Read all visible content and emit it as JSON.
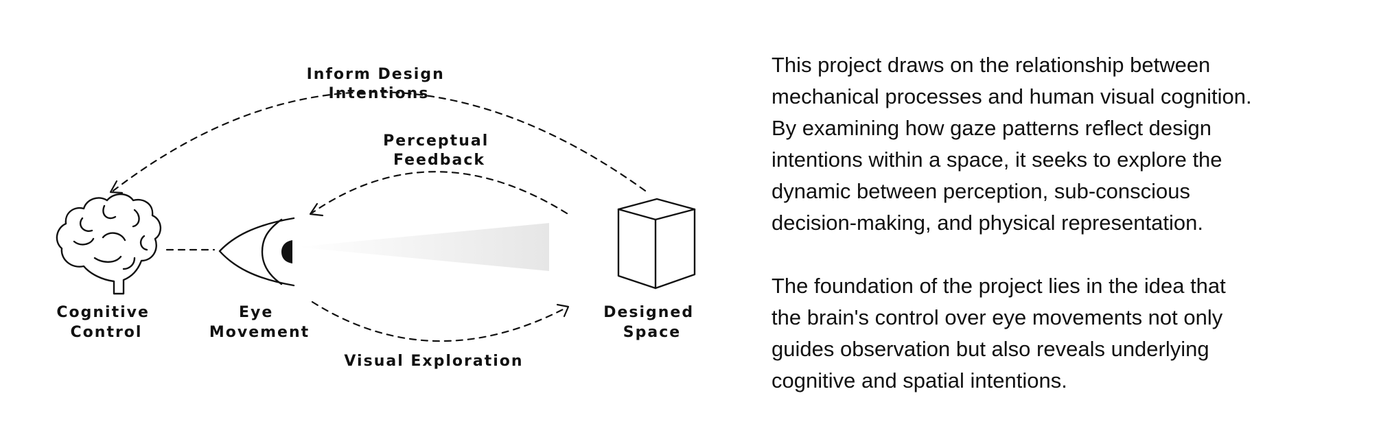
{
  "diagram": {
    "nodes": {
      "cognitive_control": [
        "Cognitive",
        "Control"
      ],
      "eye_movement": [
        "Eye",
        "Movement"
      ],
      "designed_space": [
        "Designed",
        "Space"
      ]
    },
    "edges": {
      "inform_design_intentions": [
        "Inform Design",
        "Intentions"
      ],
      "perceptual_feedback": [
        "Perceptual",
        "Feedback"
      ],
      "visual_exploration": [
        "Visual Exploration"
      ]
    },
    "icons": [
      "brain-icon",
      "eye-icon",
      "cube-icon"
    ]
  },
  "text_panel": {
    "paragraph_1_lines": [
      "This project draws on the relationship between",
      "mechanical processes and human visual cognition.",
      "By examining how gaze patterns reflect design",
      "intentions within a space, it seeks to explore the",
      "dynamic between perception, sub-conscious",
      "decision-making, and physical representation."
    ],
    "paragraph_2_lines": [
      "The foundation of the project lies in the idea that",
      "the brain's control over eye movements not only",
      "guides observation but also reveals underlying",
      "cognitive and spatial intentions."
    ]
  }
}
